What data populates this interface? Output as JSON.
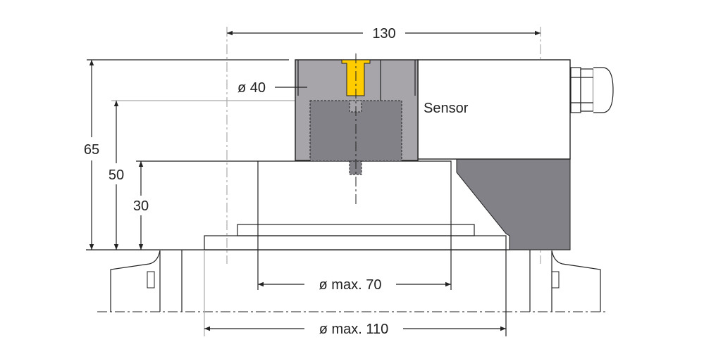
{
  "dimensions": {
    "width_total": "130",
    "height_total": "65",
    "height_mid": "50",
    "height_low": "30",
    "diameter_screw": "ø 40",
    "diameter_inner": "ø max. 70",
    "diameter_outer": "ø max. 110"
  },
  "labels": {
    "sensor": "Sensor"
  },
  "colors": {
    "housing": "#a7a5aa",
    "dark": "#838188",
    "screw": "#ffcc00"
  }
}
